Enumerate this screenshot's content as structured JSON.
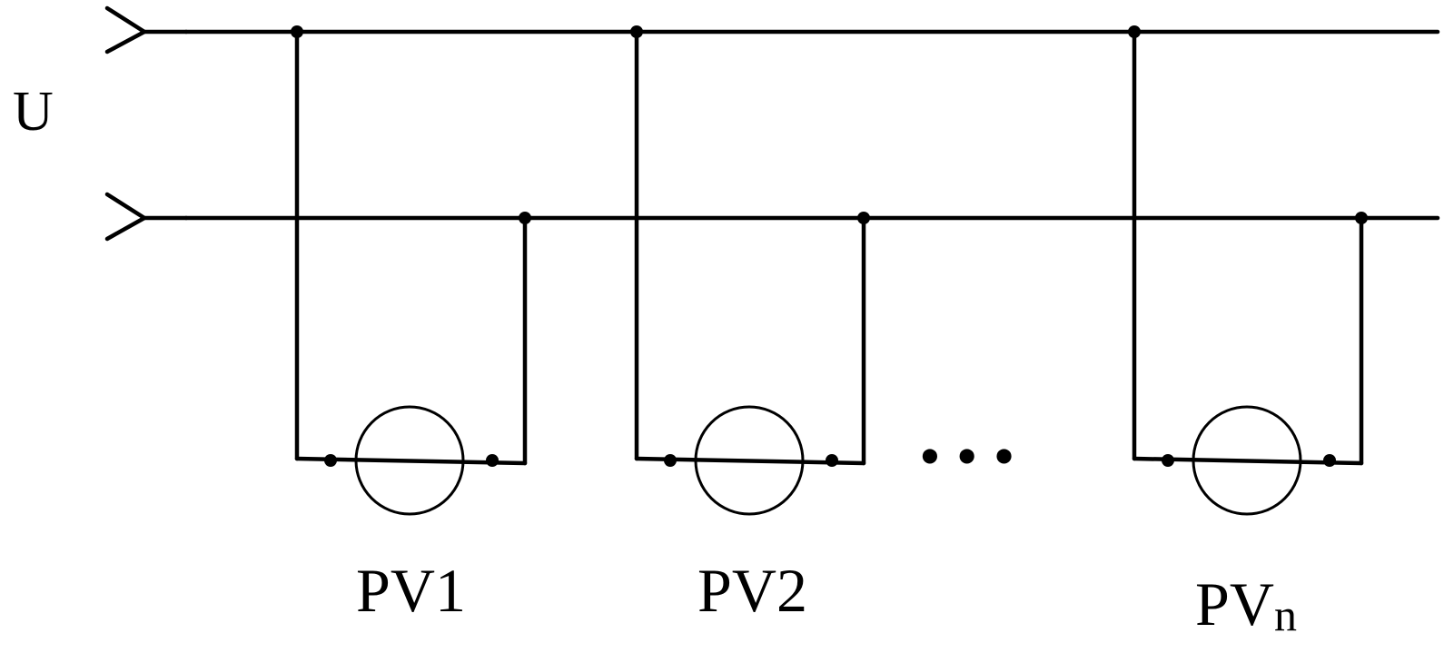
{
  "diagram": {
    "title": "",
    "supply_label": "U",
    "meters": [
      {
        "prefix": "PV",
        "suffix": "1"
      },
      {
        "prefix": "PV",
        "suffix": "2"
      },
      {
        "prefix": "PV",
        "suffix": "n"
      }
    ],
    "ellipsis": "• • •",
    "colors": {
      "line": "#000000",
      "background": "#ffffff"
    }
  }
}
